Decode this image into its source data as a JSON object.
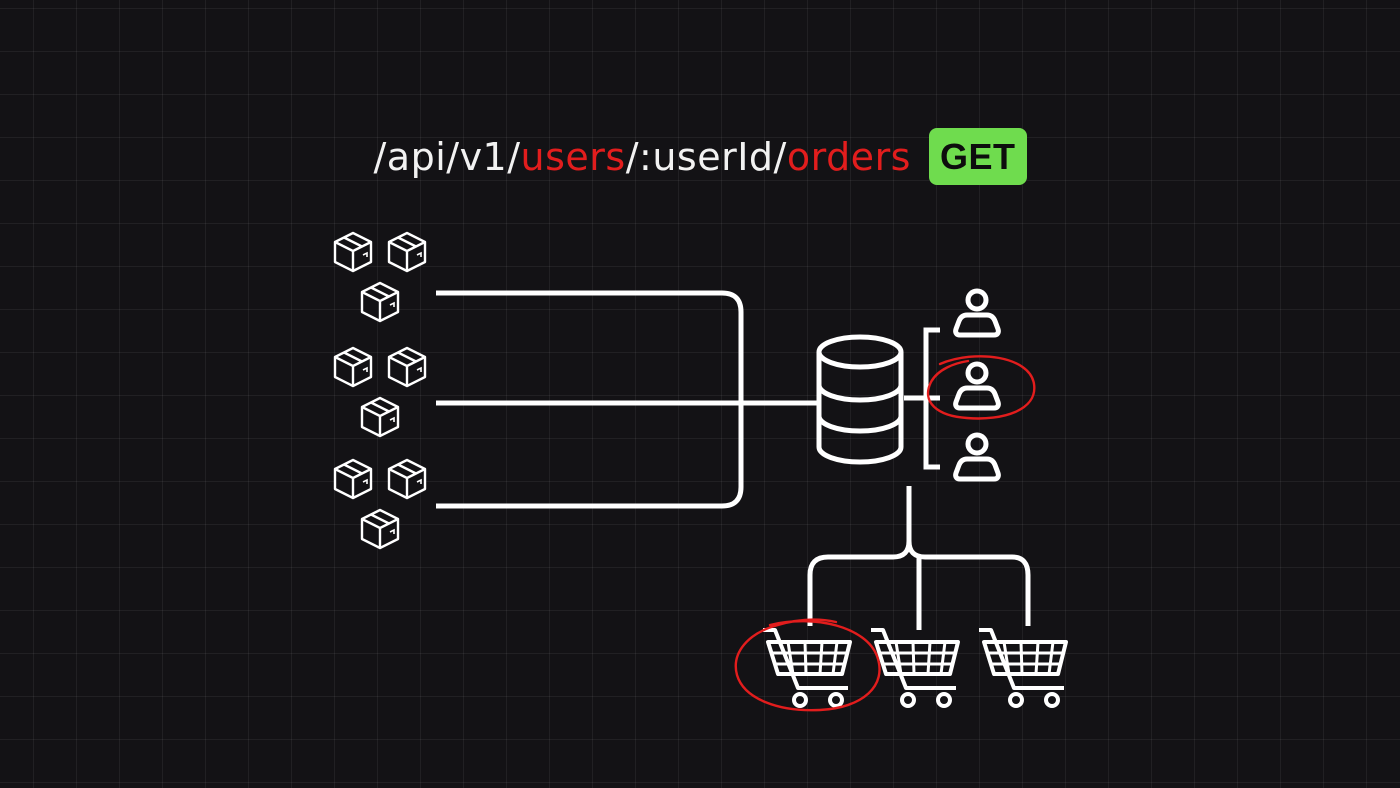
{
  "endpoint": {
    "prefix": "/api/v1/",
    "resource1": "users",
    "middle": "/:userId/",
    "resource2": "orders",
    "method": "GET"
  },
  "colors": {
    "background": "#131215",
    "stroke": "#ffffff",
    "highlight": "#e21d1d",
    "badge": "#6fdc4e"
  },
  "icons": {
    "product_groups": [
      "boxes-icon",
      "boxes-icon",
      "boxes-icon"
    ],
    "database": "database-icon",
    "users": [
      "user-icon",
      "user-icon",
      "user-icon"
    ],
    "orders": [
      "shopping-cart-icon",
      "shopping-cart-icon",
      "shopping-cart-icon"
    ]
  },
  "highlights": {
    "user_index": 1,
    "order_index": 0
  }
}
